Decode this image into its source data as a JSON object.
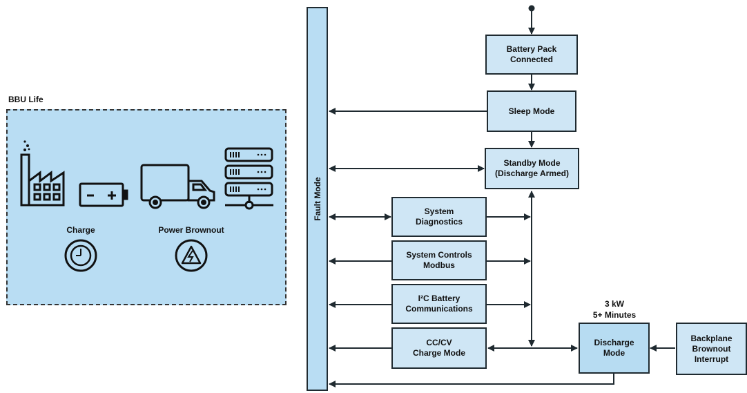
{
  "bbu": {
    "title": "BBU Life",
    "charge_label": "Charge",
    "brownout_label": "Power Brownout"
  },
  "fault_mode": "Fault Mode",
  "nodes": {
    "battery_pack": "Battery Pack\nConnected",
    "sleep": "Sleep Mode",
    "standby": "Standby Mode\n(Discharge Armed)",
    "diagnostics": "System\nDiagnostics",
    "controls": "System Controls\nModbus",
    "i2c": "I²C Battery\nCommunications",
    "cccv": "CC/CV\nCharge Mode",
    "discharge": "Discharge\nMode",
    "backplane": "Backplane\nBrownout\nInterrupt"
  },
  "discharge_spec": {
    "power": "3 kW",
    "duration": "5+ Minutes"
  },
  "icons": [
    "factory-icon",
    "battery-icon",
    "truck-icon",
    "server-rack-icon",
    "clock-icon",
    "warning-bolt-icon"
  ],
  "colors": {
    "box_fill": "#cfe6f5",
    "panel_fill": "#b9ddf3",
    "stroke": "#1f2a30"
  }
}
